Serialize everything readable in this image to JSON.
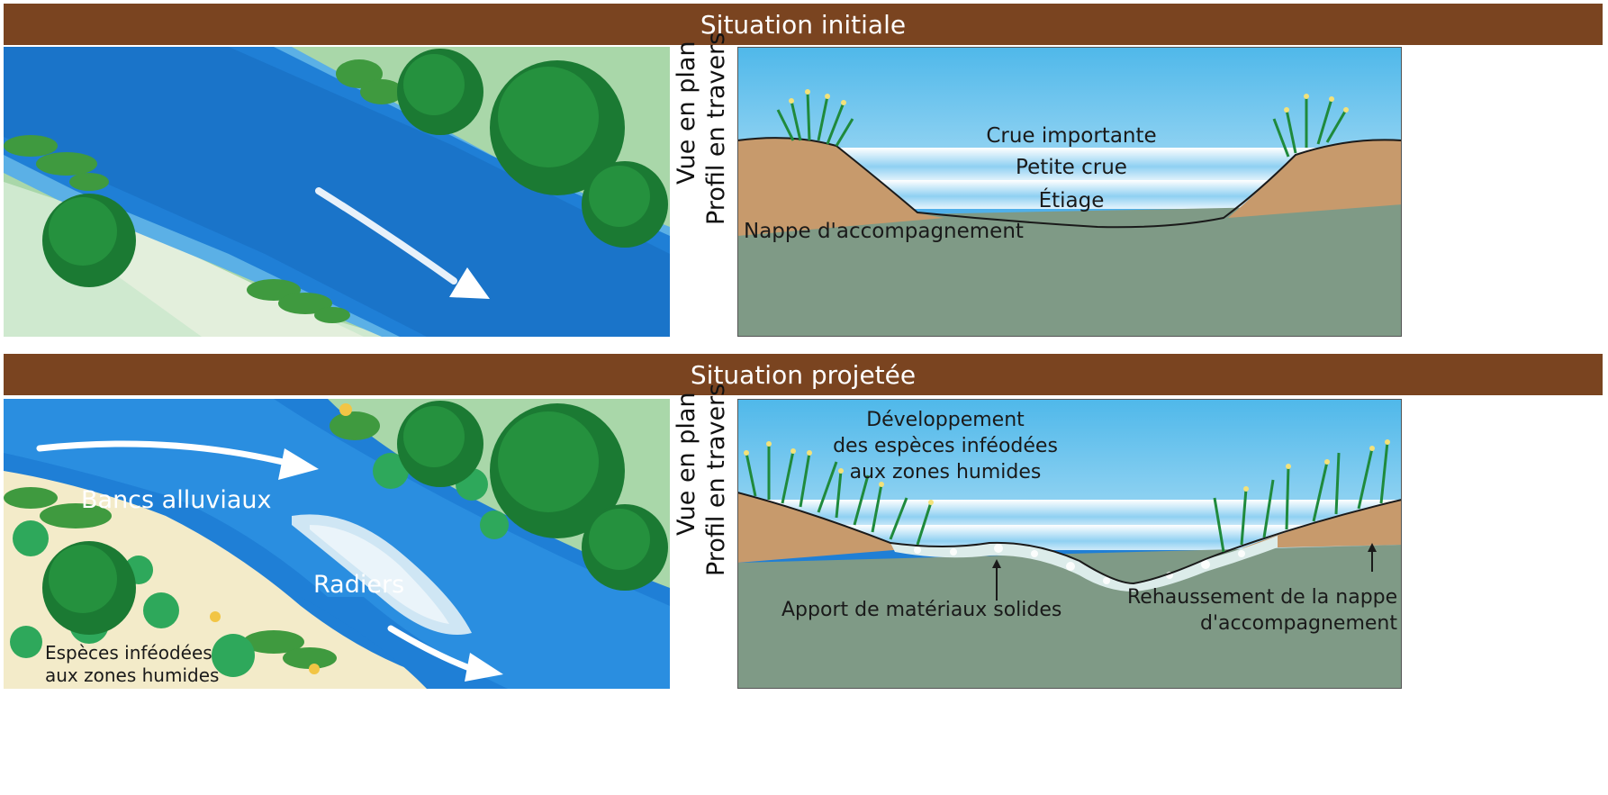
{
  "sections": {
    "initial": {
      "title": "Situation initiale",
      "plan_label": "Vue en plan",
      "profile_label": "Profil en travers",
      "profile": {
        "crue_importante": "Crue importante",
        "petite_crue": "Petite crue",
        "etiage": "Étiage",
        "nappe": "Nappe d'accompagnement"
      }
    },
    "projected": {
      "title": "Situation projetée",
      "plan_label": "Vue en plan",
      "profile_label": "Profil en travers",
      "plan": {
        "bancs": "Bancs alluviaux",
        "radiers": "Radiers",
        "especes_line1": "Espèces inféodées",
        "especes_line2": "aux zones humides"
      },
      "profile": {
        "dev_line1": "Développement",
        "dev_line2": "des espèces inféodées",
        "dev_line3": "aux zones humides",
        "apport": "Apport de matériaux solides",
        "rehauss_line1": "Rehaussement de la nappe",
        "rehauss_line2": "d'accompagnement"
      }
    }
  },
  "colors": {
    "banner": "#7a4420",
    "water": "#1f7fd6",
    "soil": "#c79a6c",
    "groundwater": "#7f9a86",
    "vegetation": "#1e8f3a",
    "grass": "#a9d7a9",
    "sand": "#f3ebc9"
  }
}
